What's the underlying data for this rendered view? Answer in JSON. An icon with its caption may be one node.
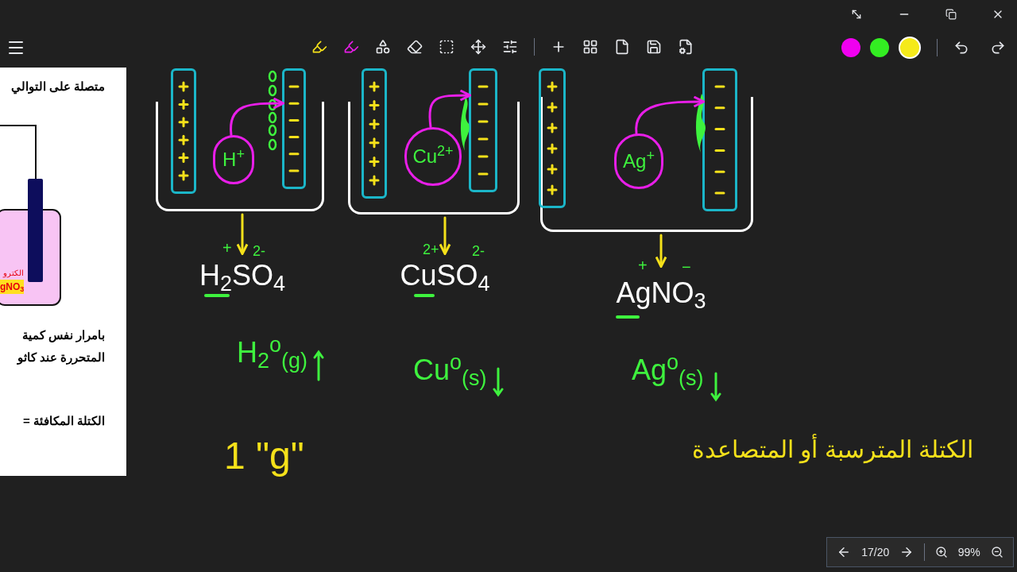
{
  "diagram": {
    "nodes": [
      {
        "text": [],
        "shape": "box"
      },
      {
        "text": [],
        "shape": "bar"
      },
      {
        "text": [],
        "shape": "bar"
      },
      {
        "text": [
          "H$^{+}$"
        ],
        "in": 0
      },
      {
        "text": [
          "H$_{2}$SO$_{4}$"
        ]
      },
      {
        "text": [],
        "shape": "box"
      },
      {
        "text": [],
        "shape": "bar"
      },
      {
        "text": [],
        "shape": "bar"
      },
      {
        "text": [
          "Cu$^{2+}$"
        ],
        "in": 5
      },
      {
        "text": [
          "CuSO$_{4}$"
        ]
      },
      {
        "text": [],
        "shape": "box"
      },
      {
        "text": [],
        "shape": "bar"
      },
      {
        "text": [],
        "shape": "bar"
      },
      {
        "text": [
          "Ag$^{+}$"
        ],
        "in": 10
      },
      {
        "text": [
          "AgNO$_{3}$"
        ]
      }
    ],
    "edges": [
      {
        "from": 3,
        "to": 2,
        "arrow": "to",
        "color": "#e81ee8"
      },
      {
        "from": 0,
        "to": 4,
        "arrow": "to",
        "color": "#f5e11a"
      },
      {
        "from": 8,
        "to": 7,
        "arrow": "to",
        "color": "#e81ee8"
      },
      {
        "from": 5,
        "to": 9,
        "arrow": "to",
        "color": "#f5e11a"
      },
      {
        "from": 13,
        "to": 12,
        "arrow": "to",
        "color": "#e81ee8"
      },
      {
        "from": 10,
        "to": 14,
        "arrow": "to",
        "color": "#f5e11a"
      }
    ],
    "labels": [
      "متصلة على التوالي",
      "الكترو",
      "gNO$_{3}$",
      "بامرار نفس كمية",
      "المتحررة عند كاثو",
      "الكتلة المكافئة =",
      "+",
      "2-",
      "2+",
      "2-",
      "+",
      "−",
      "H$_{2}$$^{o}$$_{(g)}$",
      "Cu$^{o}$$_{(s)}$",
      "Ag$^{o}$$_{(s)}$",
      "1 \"g\"",
      "الكتلة المترسبة أو المتصاعدة",
      "17/20",
      "99%"
    ]
  }
}
